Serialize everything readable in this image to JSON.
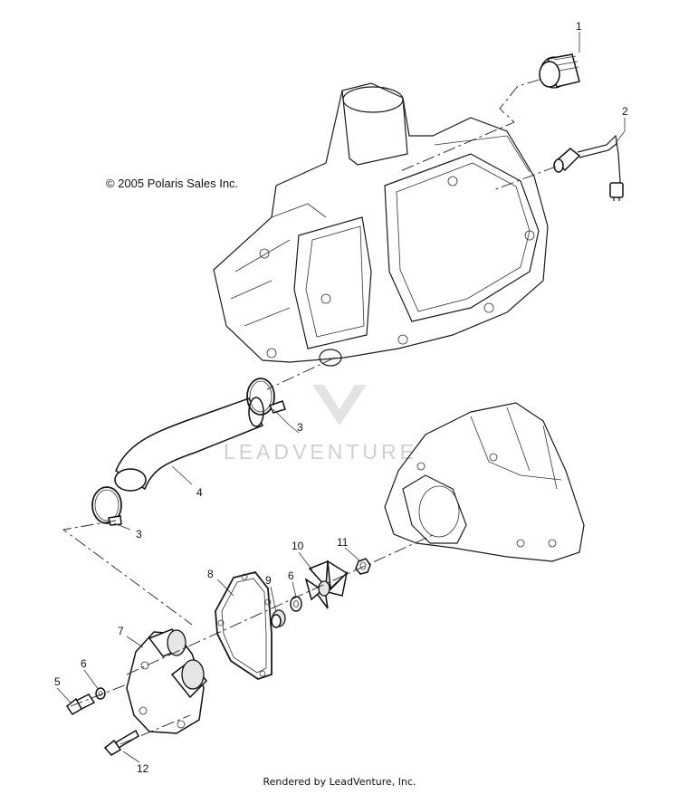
{
  "copyright": "© 2005 Polaris Sales Inc.",
  "footer": "Rendered by LeadVenture, Inc.",
  "watermark": "LEADVENTURE",
  "callouts": [
    "1",
    "2",
    "3",
    "3",
    "4",
    "5",
    "6",
    "6",
    "7",
    "8",
    "9",
    "10",
    "11",
    "12"
  ]
}
